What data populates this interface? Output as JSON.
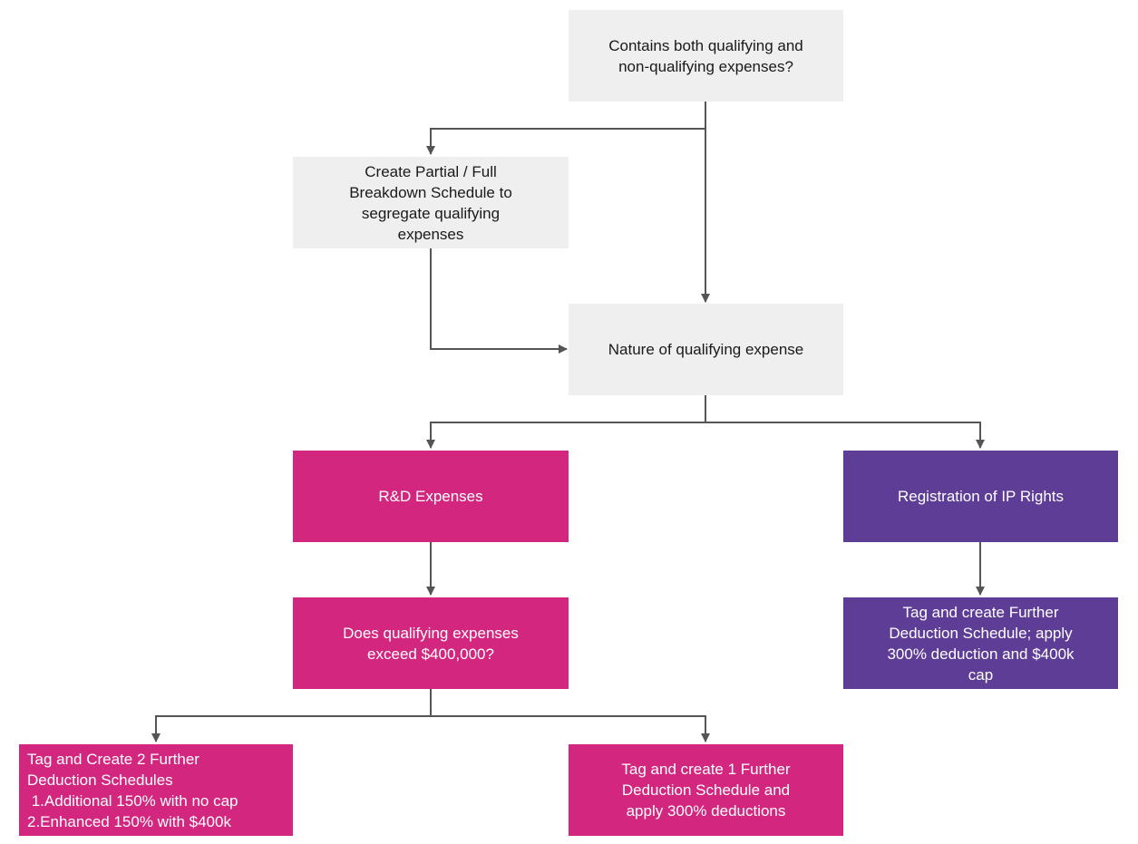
{
  "nodes": {
    "mixed_expenses_question": [
      "Contains both qualifying and",
      "non-qualifying expenses?"
    ],
    "breakdown_schedule": [
      "Create Partial / Full",
      "Breakdown Schedule to",
      "segregate qualifying",
      "expenses"
    ],
    "nature_of_expense": [
      "Nature of qualifying expense"
    ],
    "rd_expenses": [
      "R&D Expenses"
    ],
    "ip_registration": [
      "Registration of IP Rights"
    ],
    "exceed_threshold_question": [
      "Does qualifying expenses",
      "exceed $400,000?"
    ],
    "ip_further_deduction": [
      "Tag and create Further",
      "Deduction Schedule; apply",
      "300% deduction and $400k",
      "cap"
    ],
    "two_schedules": [
      "Tag and Create 2 Further",
      "Deduction Schedules",
      " 1.Additional 150% with no cap",
      "2.Enhanced 150% with $400k"
    ],
    "one_schedule": [
      "Tag and create 1 Further",
      "Deduction Schedule and",
      "apply 300% deductions"
    ]
  },
  "colors": {
    "process_box": "#efefef",
    "rd_branch": "#d2267f",
    "ip_branch": "#5e3d96",
    "connector": "#555555"
  }
}
